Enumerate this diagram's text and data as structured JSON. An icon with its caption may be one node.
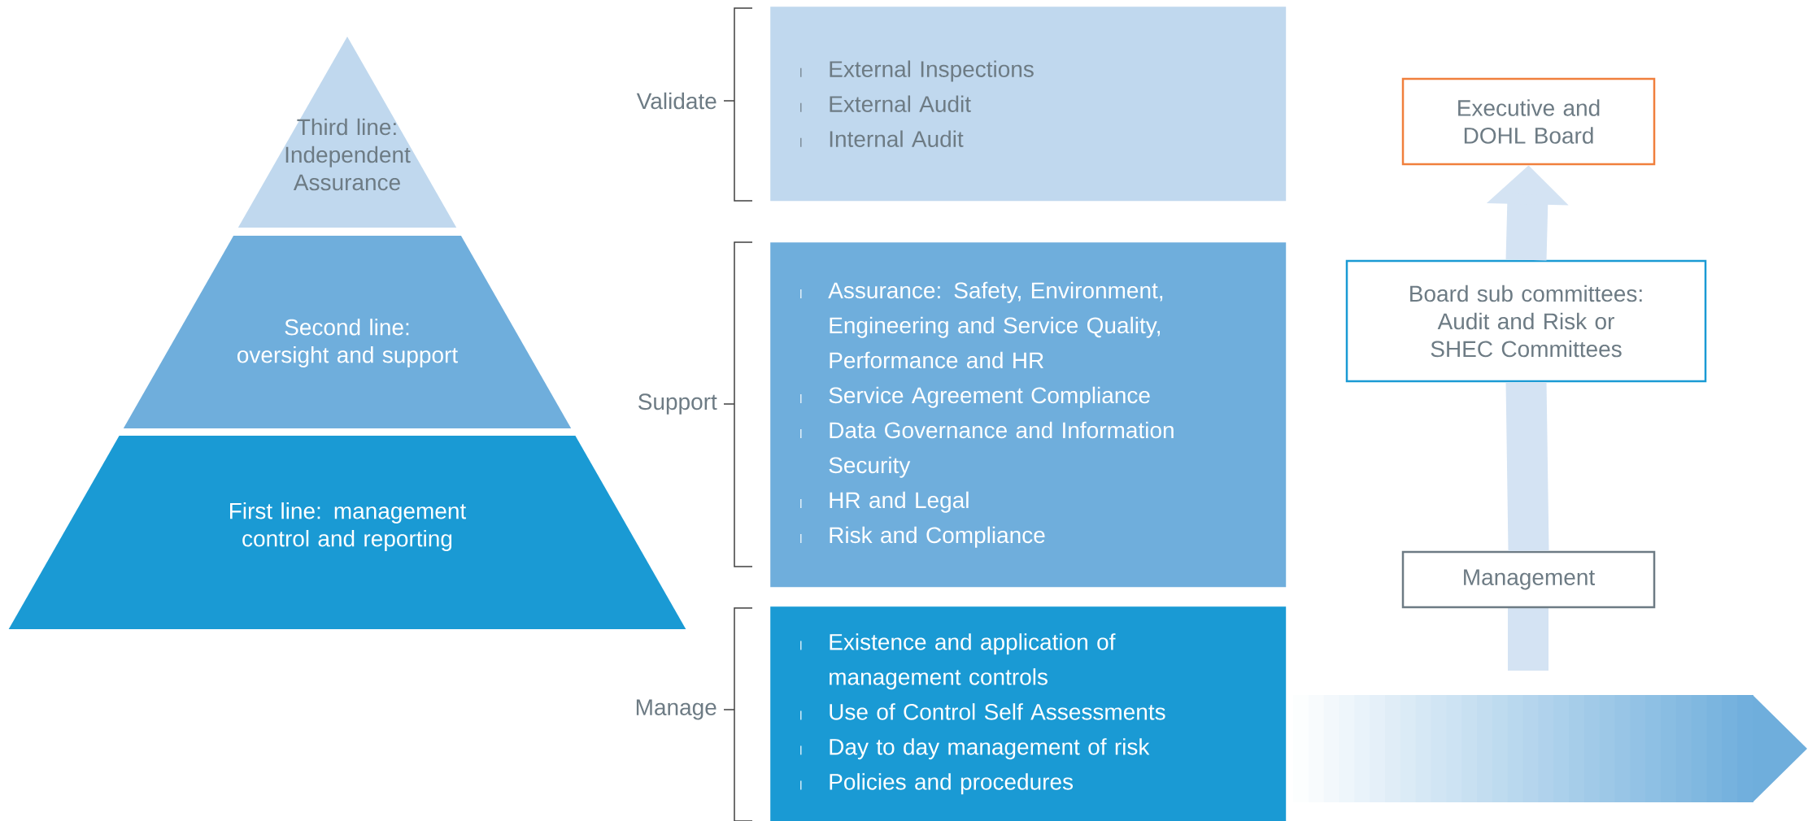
{
  "diagram": {
    "nodes": [
      {
        "text": [
          "Third line: Independent Assurance"
        ]
      },
      {
        "text": [
          "Second line: oversight and support"
        ]
      },
      {
        "text": [
          "First line: management control and reporting"
        ]
      },
      {
        "text": [
          "External Inspections",
          "External Audit",
          "Internal Audit"
        ]
      },
      {
        "text": [
          "Assurance: Safety, Environment, Engineering and Service Quality, Performance and HR",
          "Service Agreement Compliance",
          "Data Governance and Information Security",
          "HR and Legal",
          "Risk and Compliance"
        ]
      },
      {
        "text": [
          "Existence and application of management controls",
          "Use of Control Self Assessments",
          "Day to day management of risk",
          "Policies and procedures"
        ]
      },
      {
        "text": [
          "Executive and DOHL Board"
        ]
      },
      {
        "text": [
          "Board sub committees: Audit and Risk or SHEC Committees"
        ]
      },
      {
        "text": [
          "Management"
        ]
      }
    ],
    "edges": [
      {
        "from": 8,
        "to": 7,
        "arrow": "none"
      },
      {
        "from": 7,
        "to": 6,
        "arrow": "to"
      }
    ],
    "labels": [
      "Validate",
      "Support",
      "Manage"
    ]
  }
}
